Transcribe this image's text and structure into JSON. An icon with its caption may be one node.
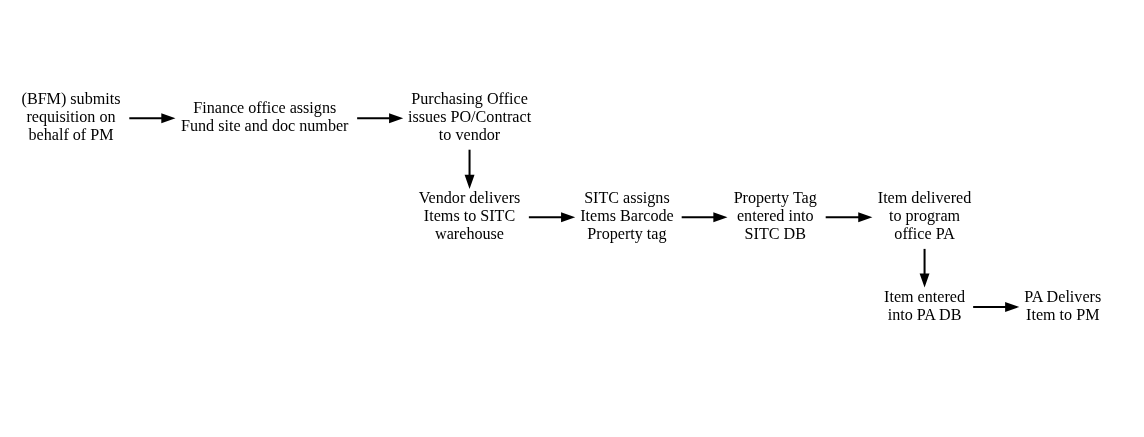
{
  "diagram": {
    "nodes": [
      {
        "text": [
          "(BFM) submits requisition on behalf of PM"
        ]
      },
      {
        "text": [
          "Finance office assigns",
          "Fund site and doc number"
        ]
      },
      {
        "text": [
          "Purchasing Office",
          "issues PO/Contract to vendor"
        ]
      },
      {
        "text": [
          "Vendor delivers Items to SITC warehouse"
        ]
      },
      {
        "text": [
          "SITC assigns Items Barcode Property tag"
        ]
      },
      {
        "text": [
          "Property Tag entered into SITC DB"
        ]
      },
      {
        "text": [
          "Item delivered to program office PA"
        ]
      },
      {
        "text": [
          "Item entered into PA DB"
        ]
      },
      {
        "text": [
          "PA Delivers Item to PM"
        ]
      }
    ],
    "edges": [
      {
        "from": 0,
        "to": 1,
        "arrow": "to"
      },
      {
        "from": 1,
        "to": 2,
        "arrow": "to"
      },
      {
        "from": 2,
        "to": 3,
        "arrow": "to"
      },
      {
        "from": 3,
        "to": 4,
        "arrow": "to"
      },
      {
        "from": 4,
        "to": 5,
        "arrow": "to"
      },
      {
        "from": 5,
        "to": 6,
        "arrow": "to"
      },
      {
        "from": 6,
        "to": 7,
        "arrow": "to"
      },
      {
        "from": 7,
        "to": 8,
        "arrow": "to"
      }
    ]
  }
}
